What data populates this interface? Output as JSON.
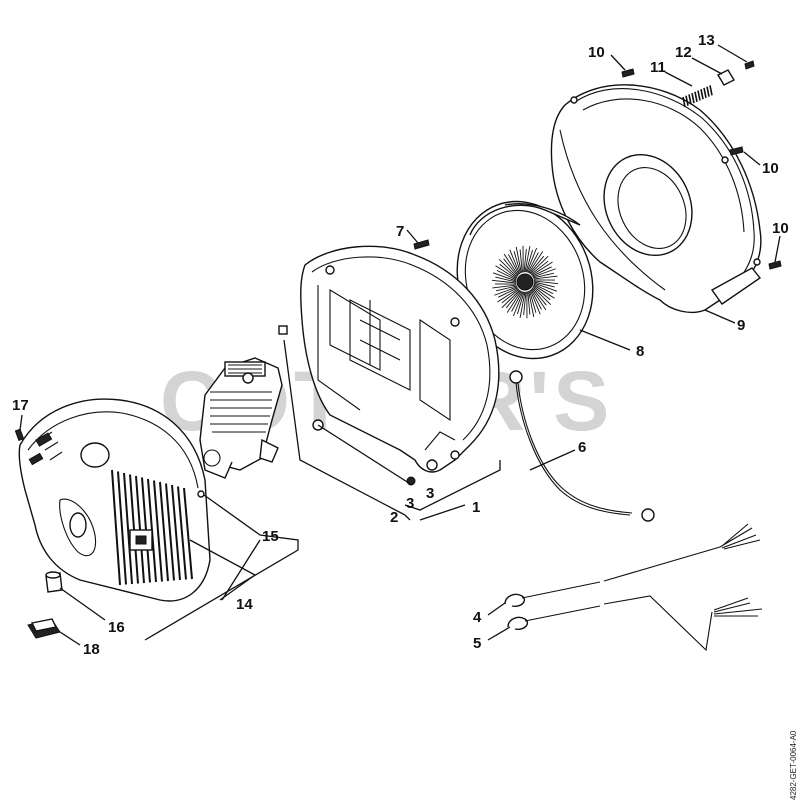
{
  "watermark": "COTTER'S",
  "drawing_code": "4282-GET-0064-A0",
  "callouts": {
    "c1": "1",
    "c2": "2",
    "c3a": "3",
    "c3b": "3",
    "c4": "4",
    "c5": "5",
    "c6": "6",
    "c7": "7",
    "c8": "8",
    "c9": "9",
    "c10a": "10",
    "c10b": "10",
    "c10c": "10",
    "c11": "11",
    "c12": "12",
    "c13": "13",
    "c14": "14",
    "c15": "15",
    "c16": "16",
    "c17": "17",
    "c18": "18"
  }
}
